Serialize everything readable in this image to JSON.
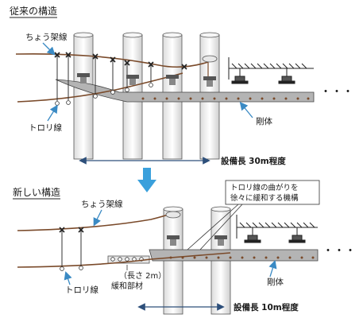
{
  "top": {
    "title": "従来の構造",
    "catenary_label": "ちょう架線",
    "trolley_label": "トロリ線",
    "rigid_label": "剛体",
    "length_label": "設備長 30m程度",
    "ellipsis": "・・・"
  },
  "bottom": {
    "title": "新しい構造",
    "catenary_label": "ちょう架線",
    "trolley_label": "トロリ線",
    "rigid_label": "剛体",
    "callout_line1": "トロリ線の曲がりを",
    "callout_line2": "徐々に緩和する機構",
    "buffer_length": "（長さ 2m）",
    "buffer_label": "緩和部材",
    "length_label": "設備長 10m程度",
    "ellipsis": "・・・"
  },
  "colors": {
    "wire": "#7a4a2a",
    "rigid_fill": "#b4b4b4",
    "pole_fill": "#f4f4f4",
    "arrow_blue": "#3aa0dc",
    "label_arrow": "#5aa0d0"
  }
}
